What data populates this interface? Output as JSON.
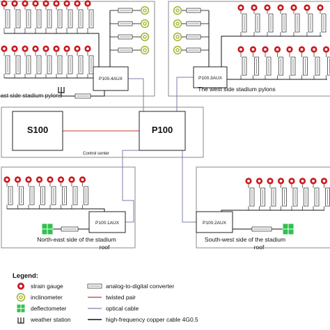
{
  "colors": {
    "strain_gauge": "#c8191e",
    "inclinometer": "#a8b43a",
    "deflectometer": "#2fc24f",
    "twisted_pair": "#c0392b",
    "optical_cable": "#7a7fa8",
    "copper_cable": "#111111",
    "frame": "#8a8a8a"
  },
  "labels": {
    "ne_pylons": "east side stadium pylons",
    "w_pylons": "The west side stadium pylons",
    "ne_roof_l1": "North-east side of the stadium",
    "ne_roof_l2": "roof",
    "sw_roof_l1": "South-west side of the stadium",
    "sw_roof_l2": "roof",
    "control_center": "Control center"
  },
  "devices": {
    "p100": "P100",
    "s100": "S100",
    "p100_4aux": "P100.4AUX",
    "p100_3aux": "P100.3AUX",
    "p100_1aux": "P100.1AUX",
    "p100_2aux": "P100.2AUX"
  },
  "legend": {
    "title": "Legend:",
    "strain_gauge": "strain gauge",
    "inclinometer": "inclinometer",
    "deflectometer": "deflectometer",
    "weather_station": "weather station",
    "adc": "analog-to-digital converter",
    "twisted_pair": "twisted pair",
    "optical_cable": "optical cable",
    "copper_cable": "high-frequency copper cable 4G0.5"
  },
  "counts": {
    "ne_pylon_top_gauges": 9,
    "ne_pylon_row2_gauges": 9,
    "ne_pylon_inclinometers": 4,
    "w_pylon_inclinometers": 4,
    "w_pylon_top_gauges": 7,
    "w_pylon_row2_gauges": 8,
    "ne_roof_gauges": 8,
    "sw_roof_gauges": 8
  }
}
